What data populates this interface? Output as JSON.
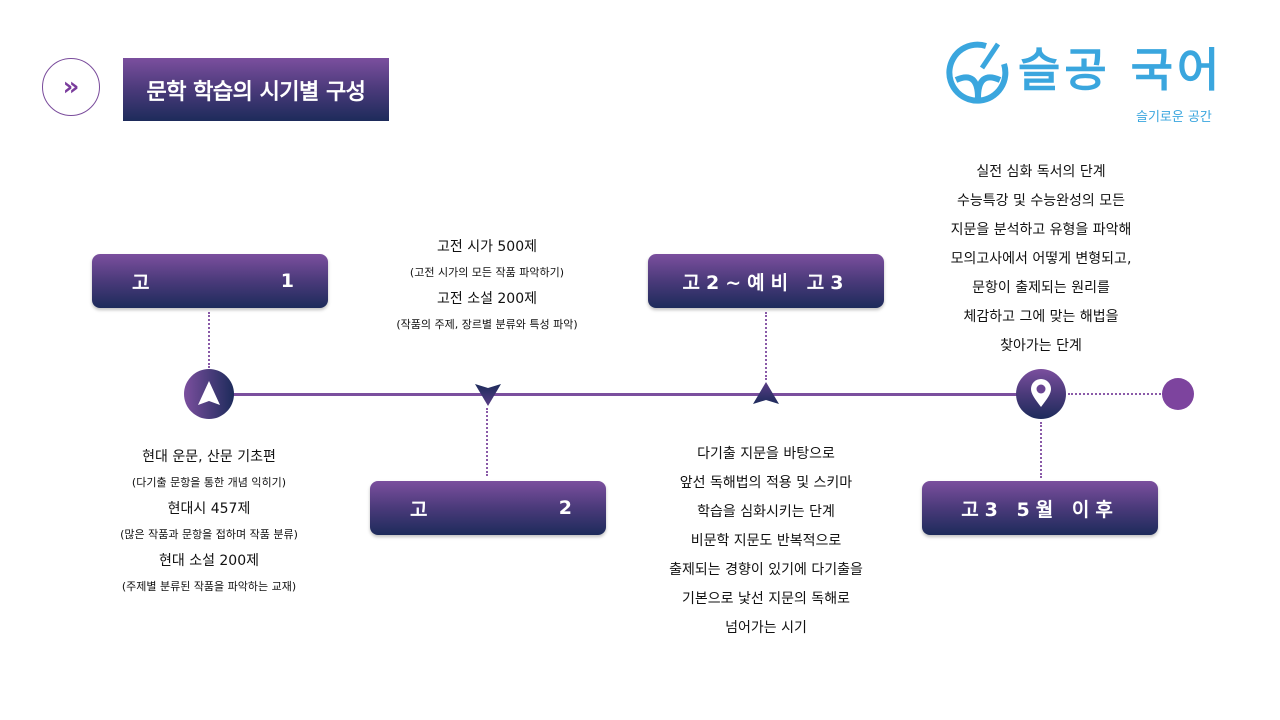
{
  "header": {
    "icon": "double-chevron-right-icon",
    "title": "문학 학습의 시기별 구성"
  },
  "logo": {
    "name": "슬공 국어",
    "tagline": "슬기로운 공간"
  },
  "colors": {
    "accent": "#7b4f9e",
    "navy": "#1d2b5b",
    "logo": "#3aa6de"
  },
  "stages": [
    {
      "label_a": "고",
      "label_b": "1",
      "lines": [
        {
          "t": "현대 운문, 산문 기초편",
          "s": "big"
        },
        {
          "t": "(다기출 문항을 통한 개념 익히기)",
          "s": "small"
        },
        {
          "t": "현대시 457제",
          "s": "big"
        },
        {
          "t": "(많은 작품과 문항을 접하며 작품 분류)",
          "s": "small"
        },
        {
          "t": "현대 소설 200제",
          "s": "big"
        },
        {
          "t": "(주제별 분류된 작품을 파악하는 교재)",
          "s": "small"
        }
      ]
    },
    {
      "label_a": "고",
      "label_b": "2",
      "lines": [
        {
          "t": "고전 시가 500제",
          "s": "big"
        },
        {
          "t": "(고전 시가의 모든 작품 파악하기)",
          "s": "small"
        },
        {
          "t": "고전 소설 200제",
          "s": "big"
        },
        {
          "t": "(작품의 주제, 장르별 분류와 특성 파악)",
          "s": "small"
        }
      ]
    },
    {
      "label": "고2~예비 고3",
      "lines": [
        "다기출 지문을 바탕으로",
        "앞선 독해법의 적용 및 스키마",
        "학습을 심화시키는 단계",
        "비문학 지문도 반복적으로",
        "출제되는 경향이 있기에 다기출을",
        "기본으로 낯선 지문의 독해로",
        "넘어가는 시기"
      ]
    },
    {
      "label": "고3 5월 이후",
      "lines": [
        "실전 심화 독서의 단계",
        "수능특강 및 수능완성의 모든",
        "지문을 분석하고 유형을 파악해",
        "모의고사에서 어떻게 변형되고,",
        "문항이 출제되는 원리를",
        "체감하고 그에 맞는 해법을",
        "찾아가는 단계"
      ]
    }
  ]
}
